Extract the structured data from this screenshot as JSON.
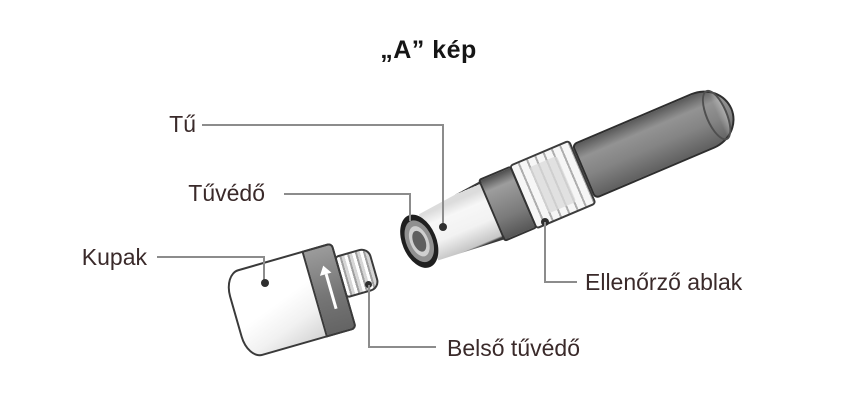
{
  "title": "„A” kép",
  "labels": {
    "needle": "Tű",
    "needle_shield": "Tűvédő",
    "cap": "Kupak",
    "inspection_window": "Ellenőrző ablak",
    "inner_needle_shield": "Belső tűvédő"
  },
  "colors": {
    "title_text": "#151515",
    "label_text": "#3a2a2a",
    "leader_line": "#8c8c8c",
    "anchor_dot": "#2f2f2f",
    "pen_body_gray": "#7f7f7f",
    "band_gray": "#7a7a7a",
    "white_part": "#f7f7f7",
    "outline_dark": "#2e2e2e",
    "background": "#ffffff"
  }
}
